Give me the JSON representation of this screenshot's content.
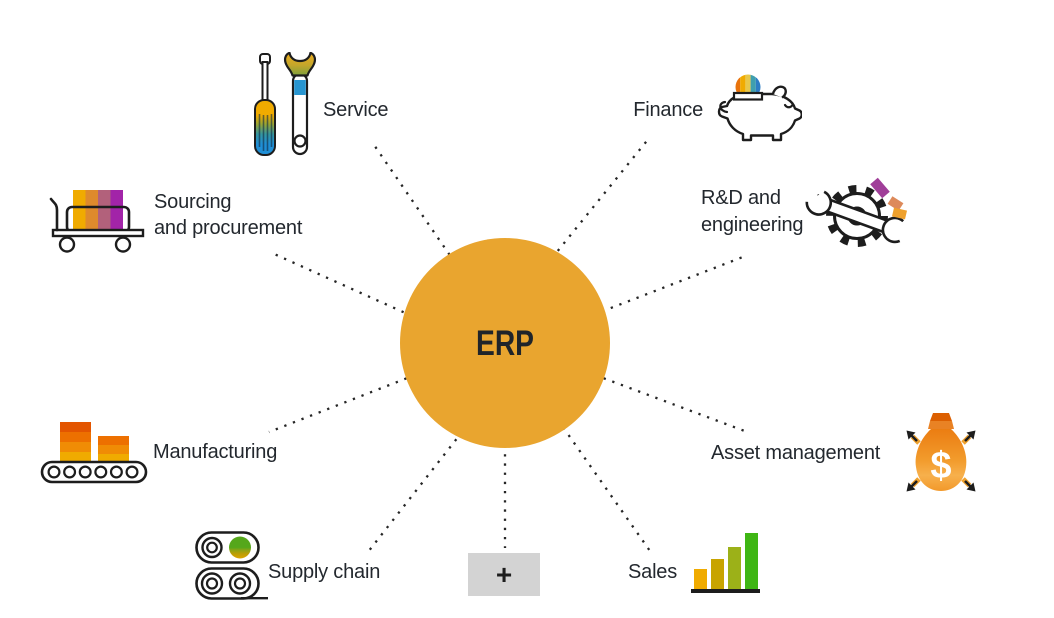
{
  "title": "ERP modules diagram",
  "center": {
    "label": "ERP"
  },
  "nodes": [
    {
      "id": "service",
      "label": "Service",
      "icon": "screwdriver-wrench-icon"
    },
    {
      "id": "finance",
      "label": "Finance",
      "icon": "piggy-bank-icon"
    },
    {
      "id": "rd-engineering",
      "label": "R&D and engineering",
      "lines": [
        "R&D and",
        "engineering"
      ],
      "icon": "gear-wrench-icon"
    },
    {
      "id": "asset-management",
      "label": "Asset management",
      "icon": "money-bag-icon"
    },
    {
      "id": "sales",
      "label": "Sales",
      "icon": "growth-bar-chart-icon"
    },
    {
      "id": "supply-chain",
      "label": "Supply chain",
      "icon": "conveyor-rollers-icon"
    },
    {
      "id": "manufacturing",
      "label": "Manufacturing",
      "icon": "conveyor-boxes-icon"
    },
    {
      "id": "sourcing-procurement",
      "label": "Sourcing and procurement",
      "lines": [
        "Sourcing",
        "and procurement"
      ],
      "icon": "hand-cart-icon"
    }
  ],
  "add_button": {
    "label": "+"
  },
  "money_bag_symbol": "$",
  "colors": {
    "hub_fill": "#E9A52F",
    "label_text": "#23282E",
    "connector_dots": "#262626",
    "add_button_bg": "#D3D3D3",
    "sap_gold": "#F0AB00",
    "orange": "#ED7000",
    "deep_orange": "#E35500",
    "green": "#3FB614",
    "olive_green": "#9CB118",
    "mustard": "#C8A400",
    "blue": "#1F8FD6",
    "teal": "#3F9FAE",
    "purple": "#A224A8",
    "magenta": "#A03E99",
    "coral": "#DD8A5B"
  }
}
